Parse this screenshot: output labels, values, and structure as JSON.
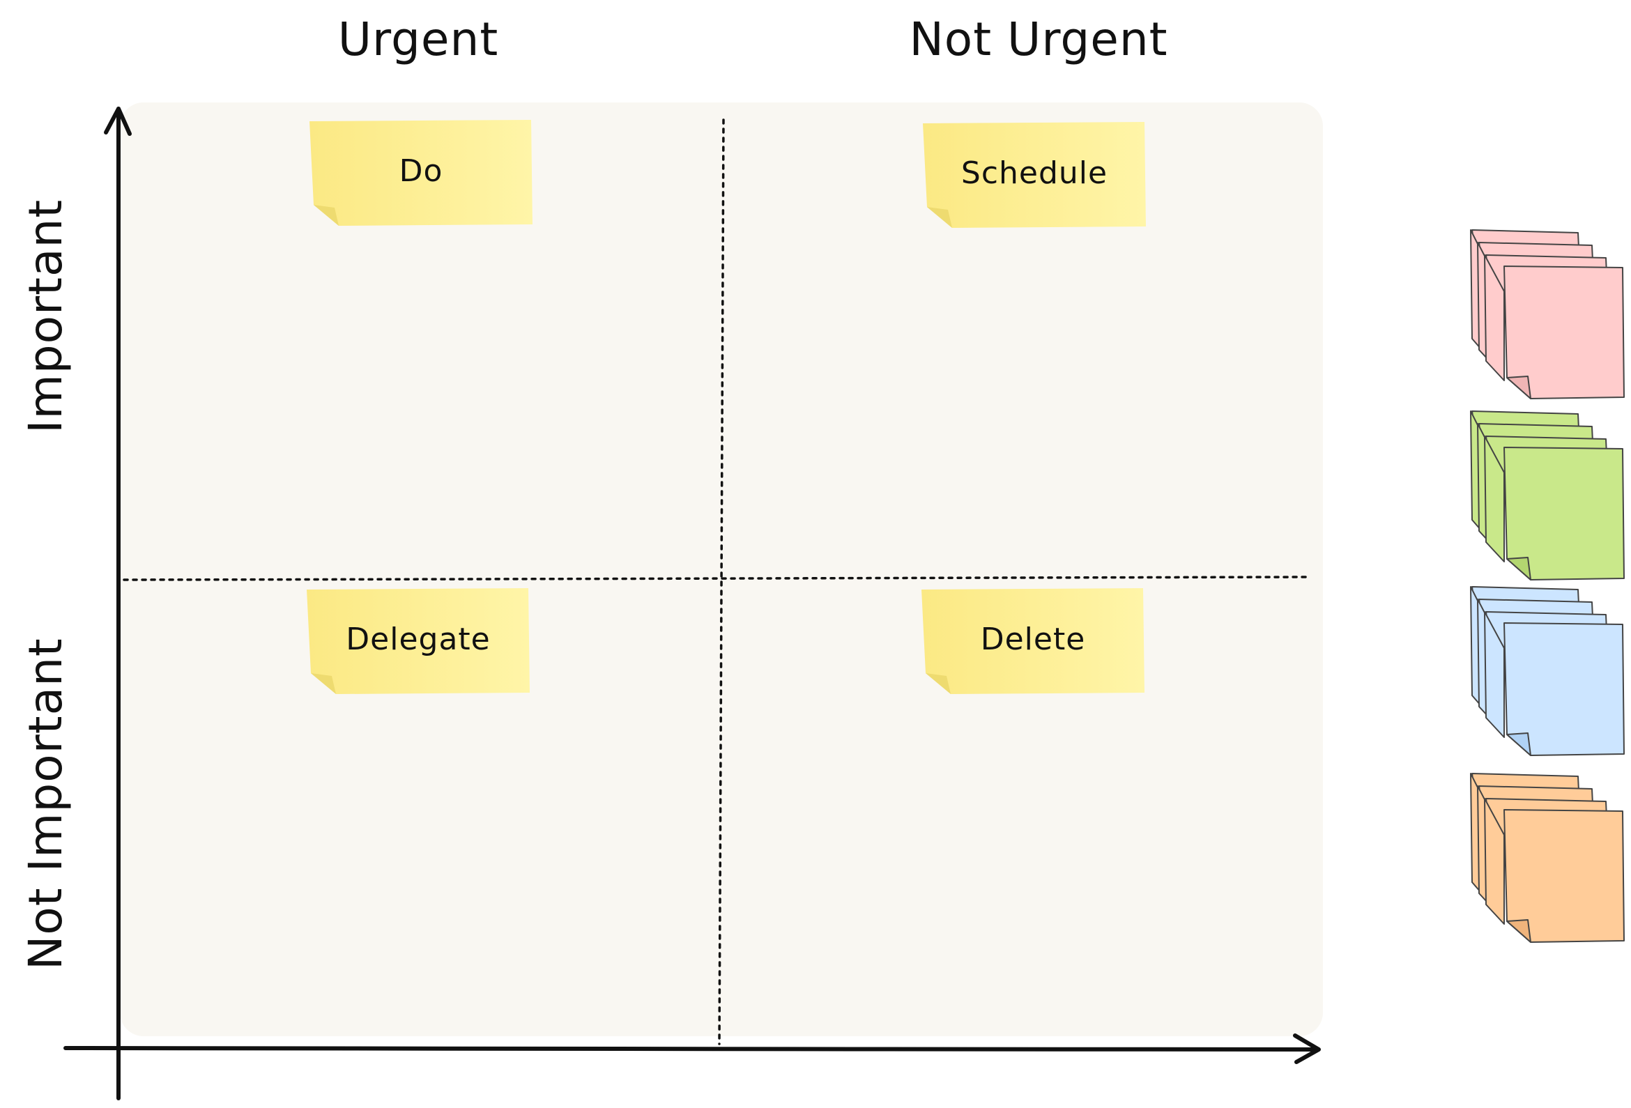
{
  "columns": {
    "urgent": "Urgent",
    "not_urgent": "Not Urgent"
  },
  "rows": {
    "important": "Important",
    "not_important": "Not Important"
  },
  "quadrants": {
    "do": "Do",
    "schedule": "Schedule",
    "delegate": "Delegate",
    "delete": "Delete"
  },
  "colors": {
    "board": "#f9f7f2",
    "note_yellow": "#fff29a",
    "stack_red": "#ffcccc",
    "stack_green": "#c9e88a",
    "stack_blue": "#cce5ff",
    "stack_orange": "#ffcc99",
    "ink": "#111111"
  },
  "sticky_stacks": [
    {
      "color_name": "red",
      "icon": "sticky-note-stack-icon"
    },
    {
      "color_name": "green",
      "icon": "sticky-note-stack-icon"
    },
    {
      "color_name": "blue",
      "icon": "sticky-note-stack-icon"
    },
    {
      "color_name": "orange",
      "icon": "sticky-note-stack-icon"
    }
  ]
}
